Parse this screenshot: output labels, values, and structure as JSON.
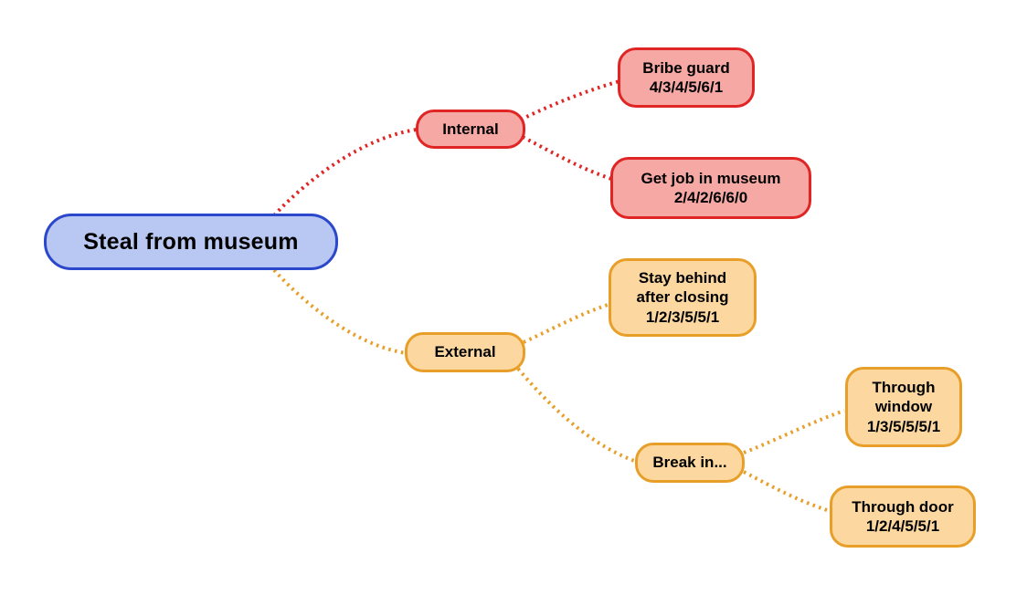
{
  "nodes": {
    "root": {
      "label": "Steal from museum"
    },
    "internal": {
      "label": "Internal"
    },
    "bribe_guard": {
      "label": "Bribe guard",
      "score": "4/3/4/5/6/1"
    },
    "get_job": {
      "label": "Get job in museum",
      "score": "2/4/2/6/6/0"
    },
    "external": {
      "label": "External"
    },
    "stay_behind": {
      "label": "Stay behind after closing",
      "score": "1/2/3/5/5/1"
    },
    "break_in": {
      "label": "Break in..."
    },
    "through_window": {
      "label": "Through window",
      "score": "1/3/5/5/5/1"
    },
    "through_door": {
      "label": "Through door",
      "score": "1/2/4/5/5/1"
    }
  },
  "colors": {
    "root_fill": "#b9c8f2",
    "root_border": "#2b47cc",
    "internal_fill": "#f6a9a4",
    "internal_border": "#e02525",
    "external_fill": "#fcd8a0",
    "external_border": "#e89f2a"
  }
}
